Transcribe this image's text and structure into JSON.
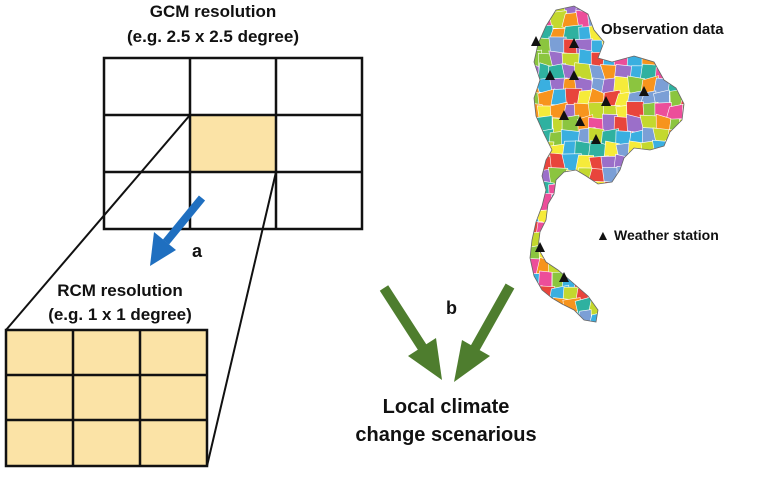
{
  "gcm": {
    "title": "GCM resolution",
    "subtitle": "(e.g. 2.5 x 2.5 degree)"
  },
  "rcm": {
    "title": "RCM resolution",
    "subtitle": "(e.g. 1 x 1 degree)"
  },
  "observation": {
    "title": "Observation data",
    "station_marker": "▲",
    "station_label": "Weather station"
  },
  "arrows": {
    "a_label": "a",
    "b_label": "b"
  },
  "result": {
    "line1": "Local climate",
    "line2": "change scenarious"
  },
  "colors": {
    "grid_line": "#111111",
    "highlight_fill": "#FBE3A6",
    "arrow_a": "#1F6FC0",
    "arrow_b": "#4E7D2E",
    "map_palette": [
      "#8BC53F",
      "#F7941D",
      "#9B6FC9",
      "#3AAFE0",
      "#EC4E9A",
      "#F6EB3A",
      "#2FB1A0",
      "#E8453C",
      "#7B9FD6",
      "#C4D82E"
    ]
  }
}
